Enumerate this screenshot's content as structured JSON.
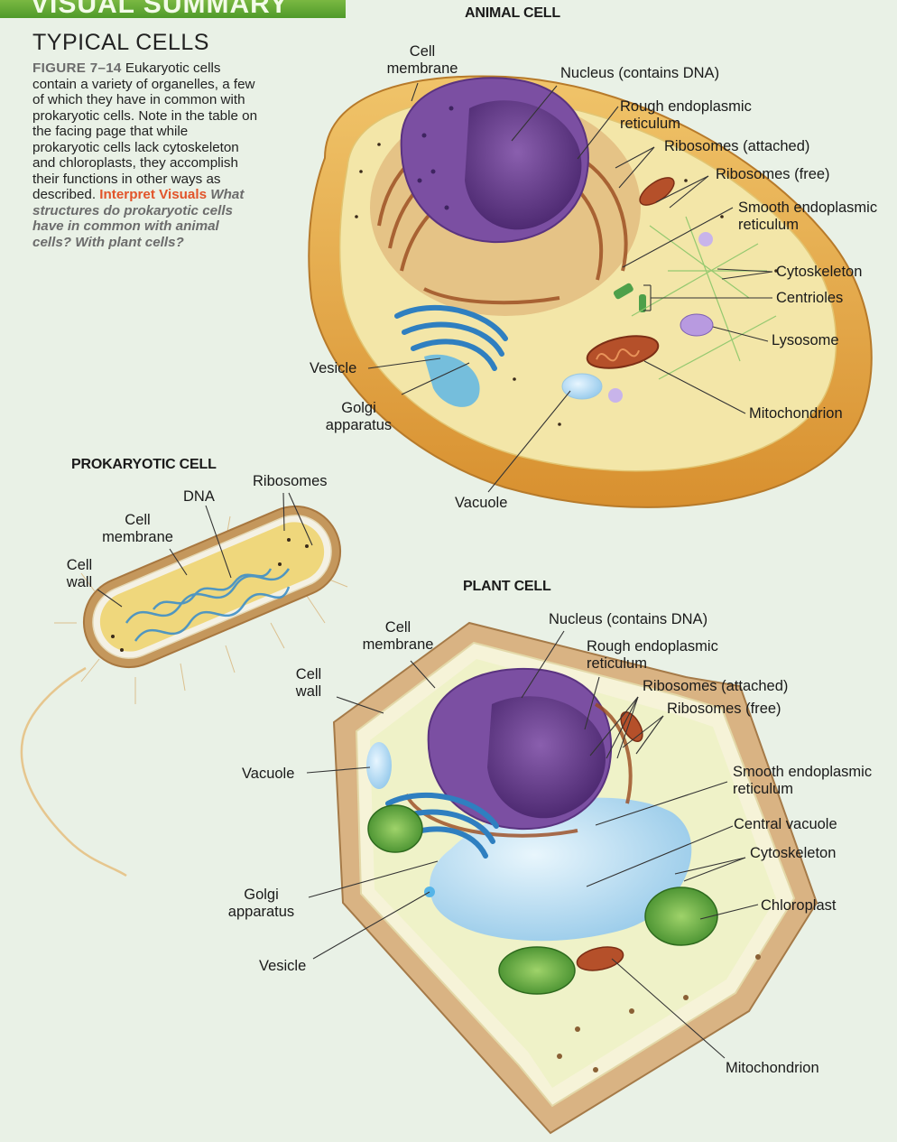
{
  "banner": "VISUAL SUMMARY",
  "title": "TYPICAL CELLS",
  "caption": {
    "figure_label": "FIGURE 7–14",
    "body": " Eukaryotic cells contain a variety of organelles, a few of which they have in common with prokaryotic cells. Note in the table on the facing page that while prokaryotic cells lack cytoskeleton and chloroplasts, they accomplish their functions in other ways as described. ",
    "interpret_label": "Interpret Visuals",
    "question": "What structures do prokaryotic cells have in common with animal cells? With plant cells?"
  },
  "animal": {
    "title": "ANIMAL CELL",
    "labels": {
      "cell_membrane": "Cell\nmembrane",
      "nucleus": "Nucleus (contains DNA)",
      "rough_er": "Rough endoplasmic\nreticulum",
      "ribosomes_attached": "Ribosomes (attached)",
      "ribosomes_free": "Ribosomes (free)",
      "smooth_er": "Smooth endoplasmic\nreticulum",
      "cytoskeleton": "Cytoskeleton",
      "centrioles": "Centrioles",
      "lysosome": "Lysosome",
      "vesicle": "Vesicle",
      "golgi": "Golgi\napparatus",
      "mitochondrion": "Mitochondrion",
      "vacuole": "Vacuole"
    }
  },
  "prokaryotic": {
    "title": "PROKARYOTIC CELL",
    "labels": {
      "ribosomes": "Ribosomes",
      "dna": "DNA",
      "cell_membrane": "Cell\nmembrane",
      "cell_wall": "Cell\nwall"
    }
  },
  "plant": {
    "title": "PLANT CELL",
    "labels": {
      "cell_membrane": "Cell\nmembrane",
      "nucleus": "Nucleus (contains DNA)",
      "rough_er": "Rough endoplasmic\nreticulum",
      "ribosomes_attached": "Ribosomes (attached)",
      "ribosomes_free": "Ribosomes (free)",
      "cell_wall": "Cell\nwall",
      "vacuole": "Vacuole",
      "smooth_er": "Smooth endoplasmic\nreticulum",
      "central_vacuole": "Central vacuole",
      "cytoskeleton": "Cytoskeleton",
      "golgi": "Golgi\napparatus",
      "chloroplast": "Chloroplast",
      "vesicle": "Vesicle",
      "mitochondrion": "Mitochondrion"
    }
  }
}
